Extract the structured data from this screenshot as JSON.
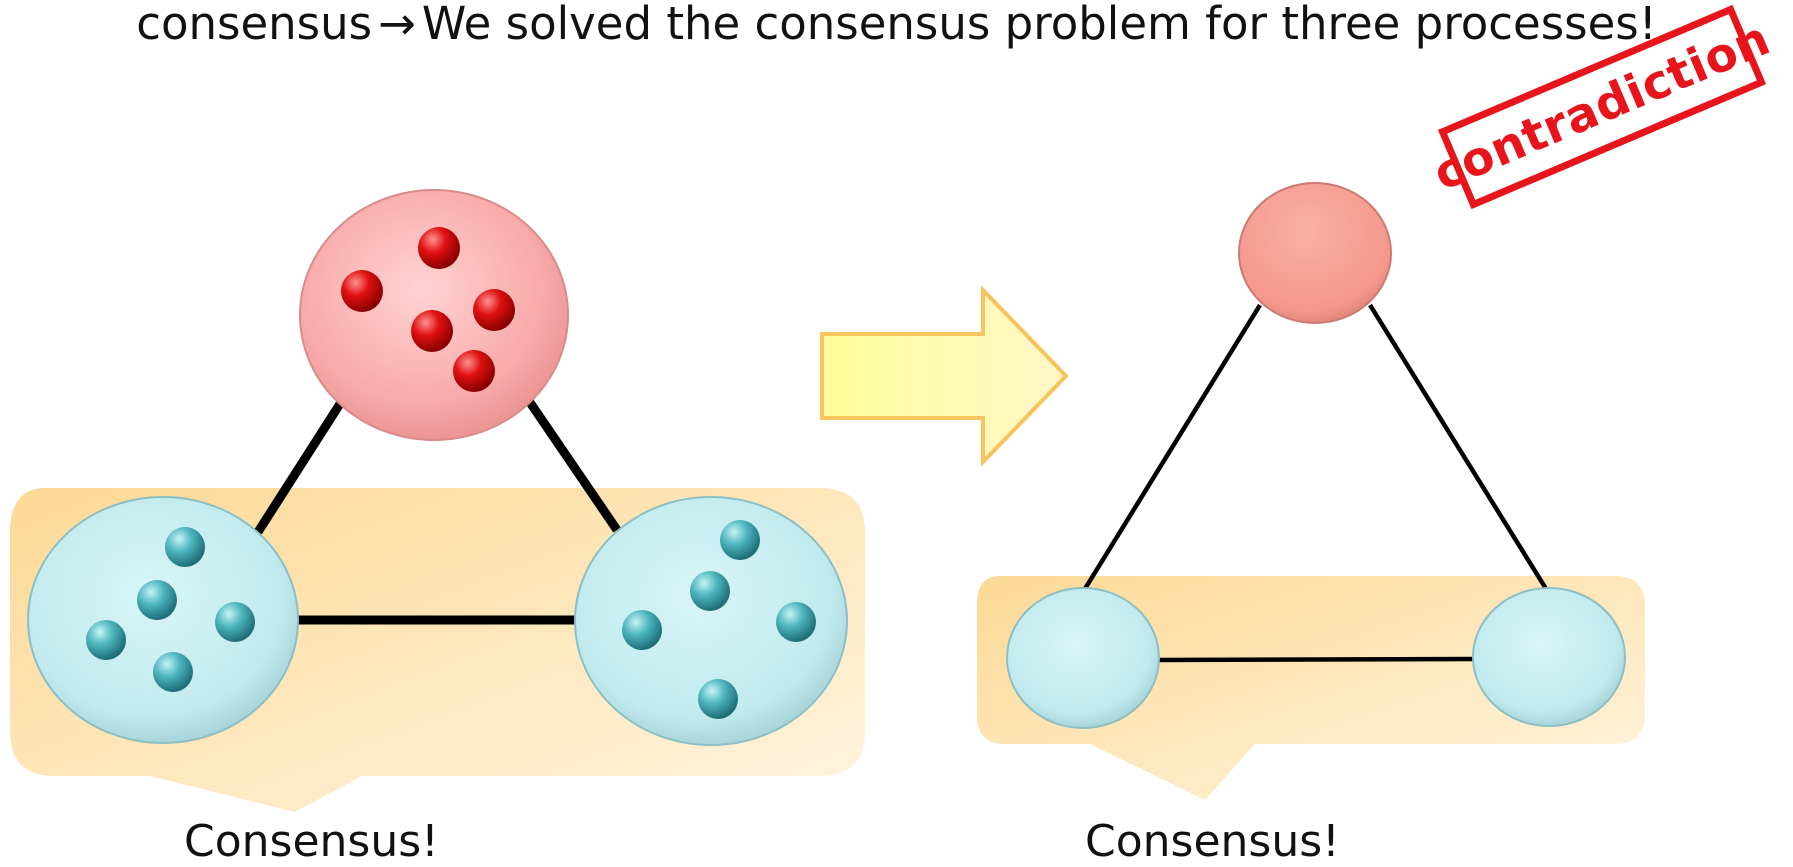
{
  "headline": {
    "lead": "consensus",
    "arrow": "→",
    "rest": "We solved the consensus problem for three processes!"
  },
  "stamp": {
    "text": "contradiction"
  },
  "left_diagram": {
    "caption": "Consensus!"
  },
  "right_diagram": {
    "caption": "Consensus!"
  },
  "colors": {
    "red_process": "#f7a6a6",
    "cyan_process": "#c4ecf0",
    "highlight": "#fde3a7",
    "arrow_fill": "#fffaa0",
    "arrow_stroke": "#f7c35c",
    "stamp": "#e8141b"
  }
}
